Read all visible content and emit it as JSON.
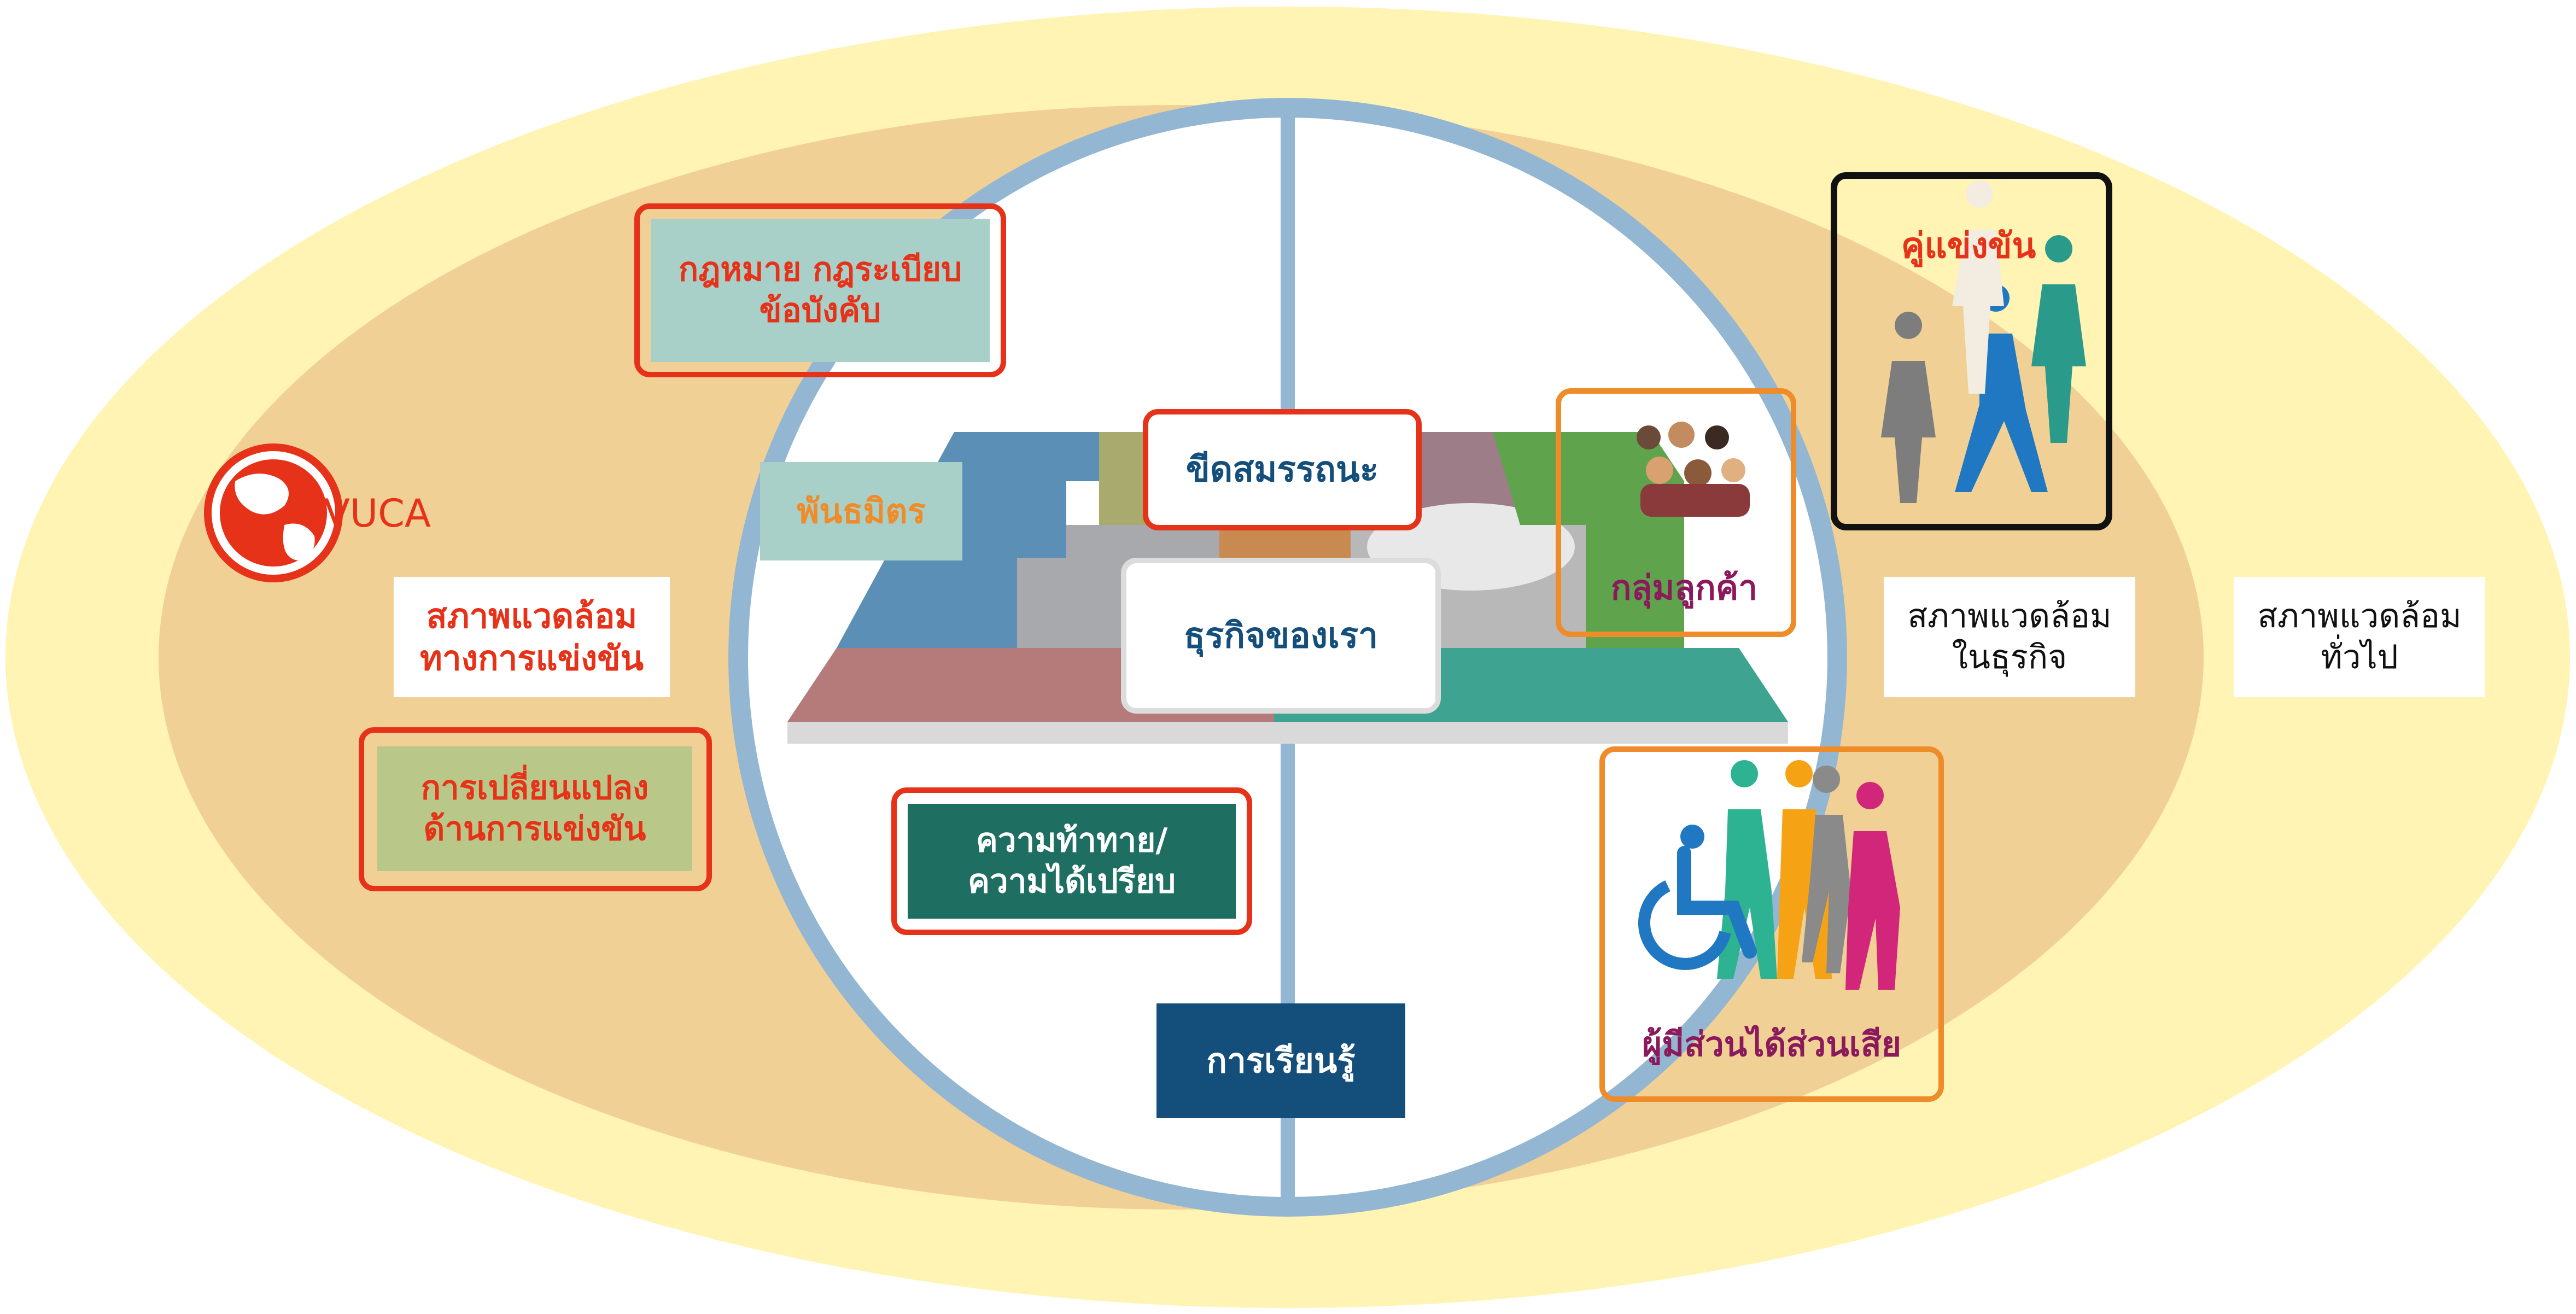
{
  "colors": {
    "outer_ellipse": "#fff4b3",
    "middle_ellipse": "#f1d095",
    "inner_circle_ring": "#93b6d3",
    "inner_circle_fill": "#ffffff",
    "red_accent": "#e63219",
    "orange_frame": "#ef8c2a",
    "dark_frame": "#111111",
    "teal_box": "#a8cfc8",
    "green_box": "#b9c888",
    "dark_teal_box": "#1f6e62",
    "navy_box": "#144e7b",
    "magenta_text": "#8b1a5c"
  },
  "icons": [
    "globe-icon",
    "people-group-icon",
    "competitors-silhouette-icon",
    "stakeholders-silhouette-icon",
    "wheelchair-icon"
  ],
  "vuca": {
    "label": "VUCA"
  },
  "outer_zone": {
    "label": "สภาพแวดล้อม\nทั่วไป"
  },
  "business_zone": {
    "label": "สภาพแวดล้อม\nในธุรกิจ"
  },
  "competitive_zone": {
    "label": "สภาพแวดล้อม\nทางการแข่งขัน"
  },
  "regulation": {
    "label": "กฎหมาย กฎระเบียบ\nข้อบังคับ"
  },
  "competitive_change": {
    "label": "การเปลี่ยนแปลง\nด้านการแข่งขัน"
  },
  "partners": {
    "label": "พันธมิตร"
  },
  "core_competency": {
    "label": "ขีดสมรรถนะ"
  },
  "our_business": {
    "label": "ธุรกิจของเรา"
  },
  "customers": {
    "label": "กลุ่มลูกค้า"
  },
  "challenges": {
    "label": "ความท้าทาย/\nความได้เปรียบ"
  },
  "learning": {
    "label": "การเรียนรู้"
  },
  "competitors": {
    "label": "คู่แข่งขัน"
  },
  "stakeholders": {
    "label": "ผู้มีส่วนได้ส่วนเสีย"
  }
}
